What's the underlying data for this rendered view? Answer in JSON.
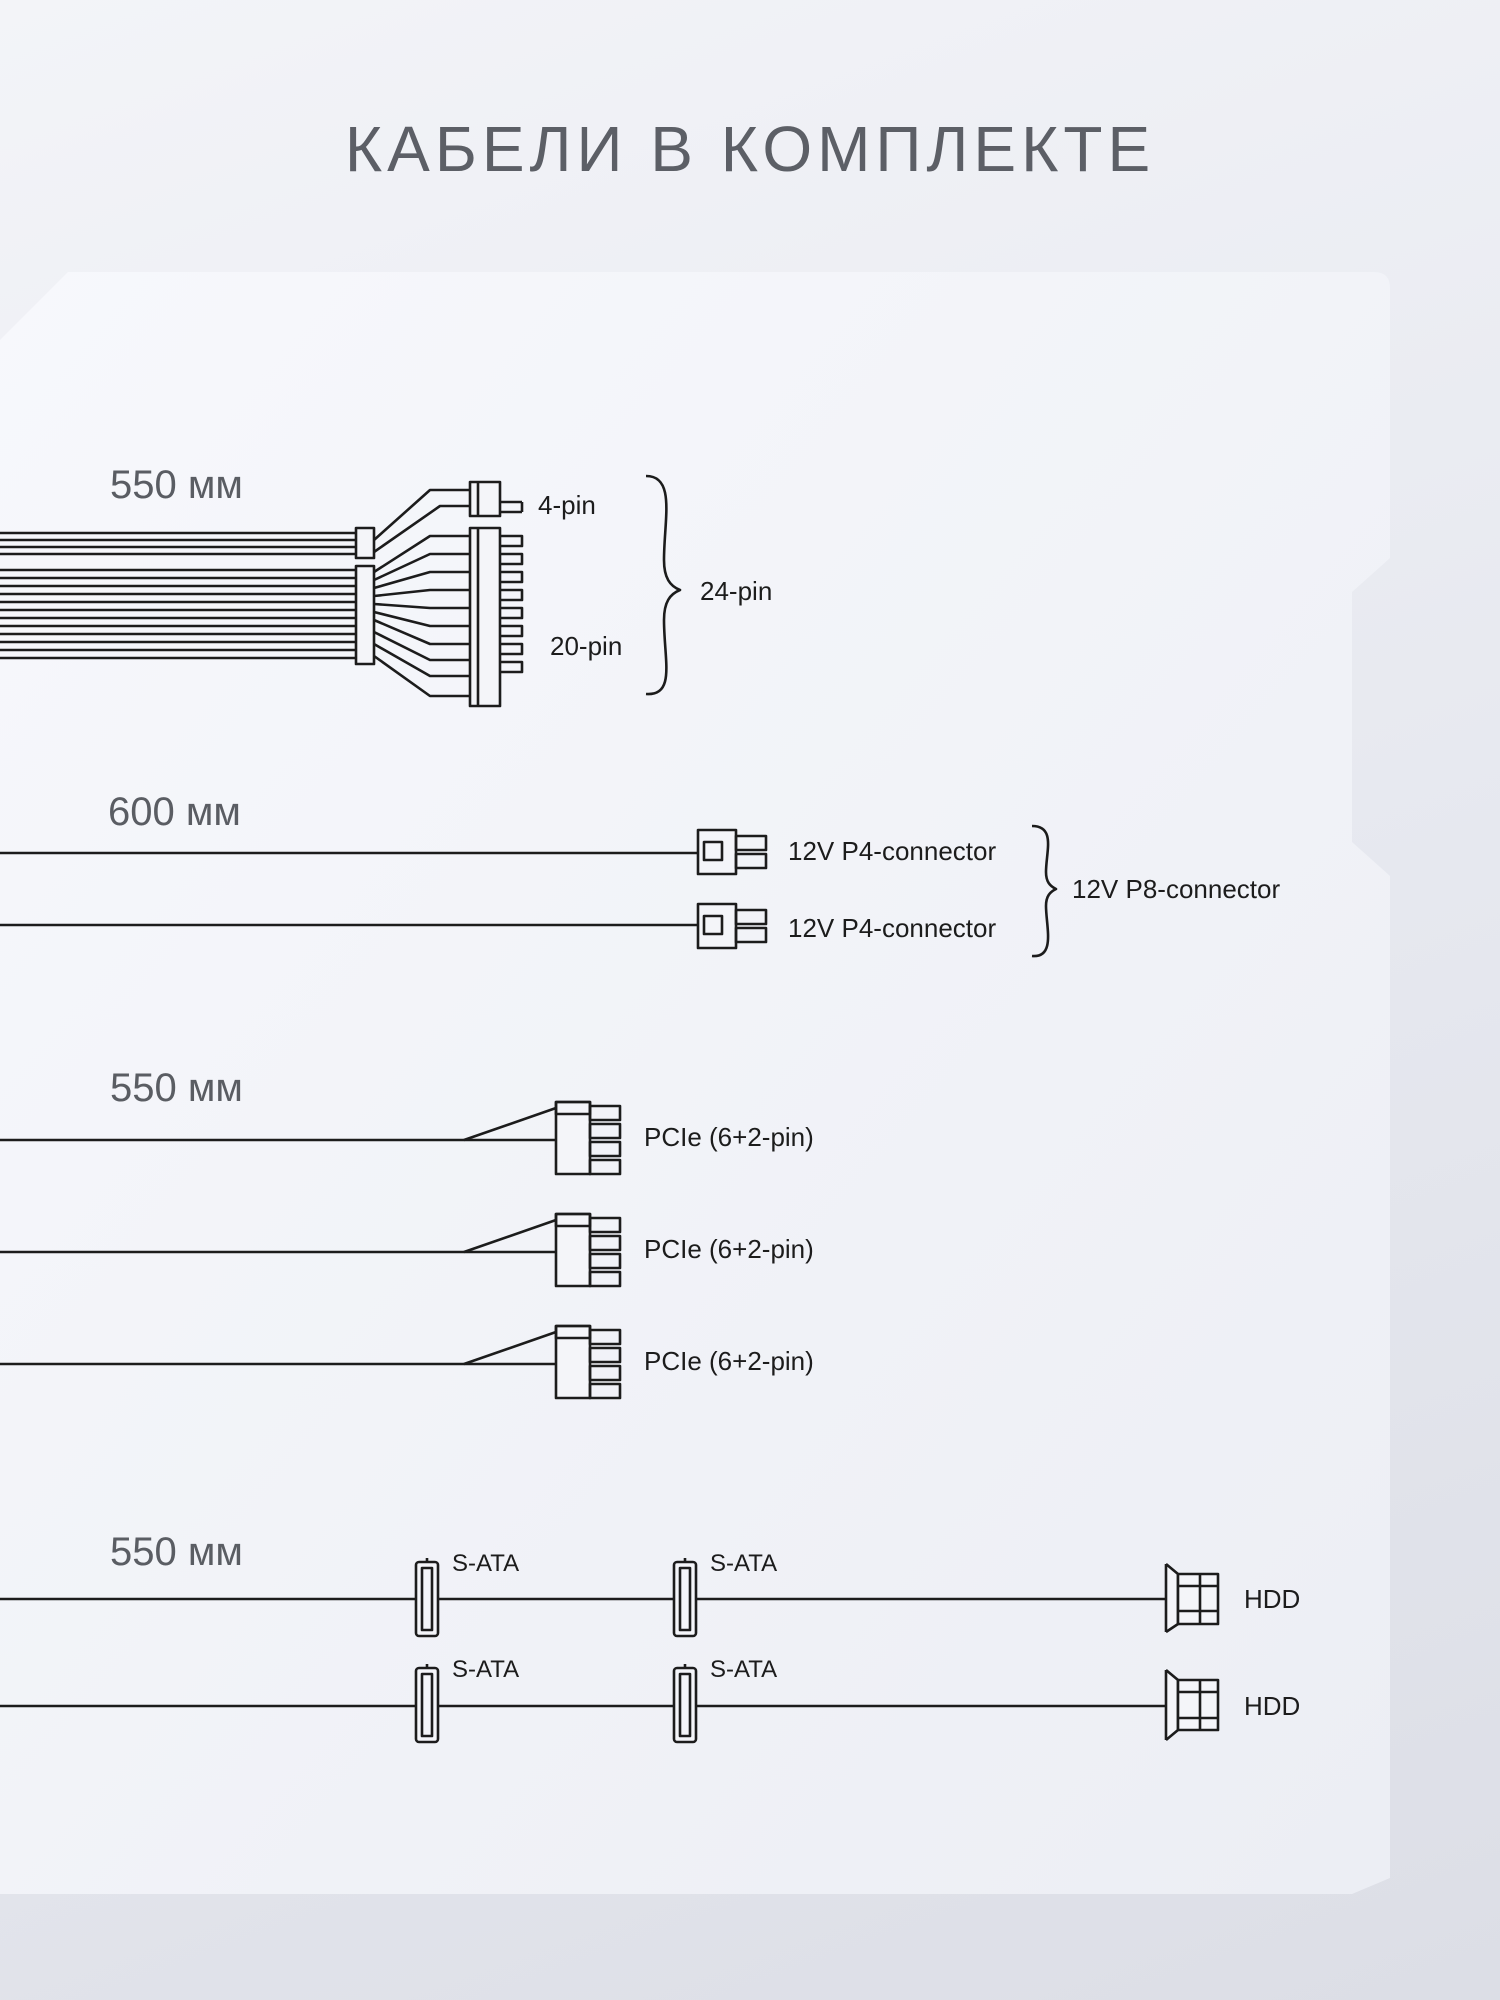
{
  "title": "КАБЕЛИ В КОМПЛЕКТЕ",
  "cables": {
    "atx": {
      "length": "550 мм",
      "labels": {
        "four_pin": "4-pin",
        "twenty_pin": "20-pin",
        "twentyfour_pin": "24-pin"
      }
    },
    "cpu": {
      "length": "600 мм",
      "connectors": [
        "12V P4-connector",
        "12V P4-connector"
      ],
      "group_label": "12V P8-connector"
    },
    "pcie": {
      "length": "550 мм",
      "connectors": [
        "PCIe (6+2-pin)",
        "PCIe (6+2-pin)",
        "PCIe (6+2-pin)"
      ]
    },
    "sata": {
      "length": "550 мм",
      "rows": [
        {
          "sata_labels": [
            "S-ATA",
            "S-ATA"
          ],
          "end_label": "HDD"
        },
        {
          "sata_labels": [
            "S-ATA",
            "S-ATA"
          ],
          "end_label": "HDD"
        }
      ]
    }
  },
  "colors": {
    "line": "#1c1c1c",
    "title": "#5c5f66",
    "length_text": "#5a5d63",
    "panel": "#f1f2f7"
  }
}
